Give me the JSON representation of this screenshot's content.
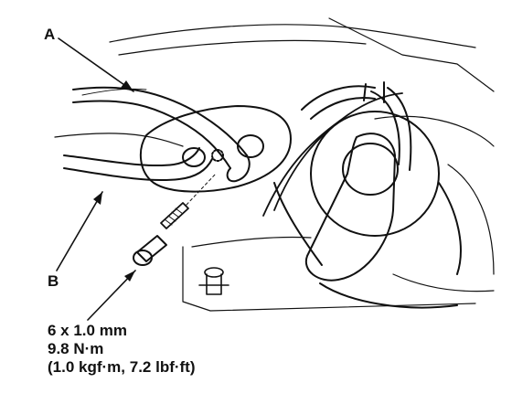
{
  "callouts": {
    "a": "A",
    "b": "B"
  },
  "spec": {
    "size": "6 x 1.0 mm",
    "torque_nm": "9.8 N·m",
    "torque_alt": "(1.0 kgf·m, 7.2 lbf·ft)"
  },
  "icons": [
    "bolt-icon"
  ]
}
